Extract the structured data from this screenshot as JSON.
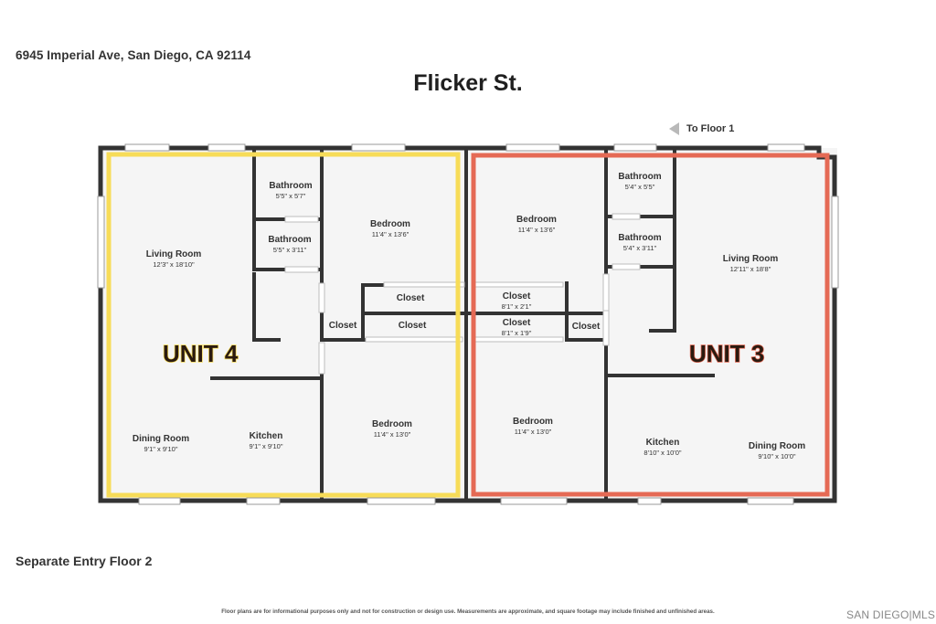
{
  "header": {
    "address": "6945 Imperial Ave, San Diego, CA 92114",
    "street": "Flicker St."
  },
  "nav": {
    "to_floor": "To Floor 1"
  },
  "footer": {
    "entry": "Separate Entry Floor 2",
    "disclaimer": "Floor plans are for informational purposes only and not for construction or design use. Measurements are approximate, and square footage may include finished and unfinished areas.",
    "mls": "SAN DIEGO|MLS"
  },
  "colors": {
    "unit4_outline": "#f7dc58",
    "unit3_outline": "#e56a55",
    "wall": "#333333",
    "floor": "#f5f5f5"
  },
  "units": {
    "unit4": "UNIT 4",
    "unit3": "UNIT 3"
  },
  "rooms": {
    "u4_living": {
      "name": "Living Room",
      "dims": "12'3\" x 18'10\""
    },
    "u4_bath1": {
      "name": "Bathroom",
      "dims": "5'5\" x 5'7\""
    },
    "u4_bath2": {
      "name": "Bathroom",
      "dims": "5'5\" x 3'11\""
    },
    "u4_bed1": {
      "name": "Bedroom",
      "dims": "11'4\" x 13'6\""
    },
    "u4_closet1": {
      "name": "Closet"
    },
    "u4_closet2": {
      "name": "Closet"
    },
    "u4_closet3": {
      "name": "Closet"
    },
    "u4_dining": {
      "name": "Dining Room",
      "dims": "9'1\" x 9'10\""
    },
    "u4_kitchen": {
      "name": "Kitchen",
      "dims": "9'1\" x 9'10\""
    },
    "u4_bed2": {
      "name": "Bedroom",
      "dims": "11'4\" x 13'0\""
    },
    "u3_bed1": {
      "name": "Bedroom",
      "dims": "11'4\" x 13'6\""
    },
    "u3_bath1": {
      "name": "Bathroom",
      "dims": "5'4\" x 5'5\""
    },
    "u3_bath2": {
      "name": "Bathroom",
      "dims": "5'4\" x 3'11\""
    },
    "u3_living": {
      "name": "Living Room",
      "dims": "12'11\" x 18'8\""
    },
    "u3_closet1": {
      "name": "Closet",
      "dims": "8'1\" x 2'1\""
    },
    "u3_closet2": {
      "name": "Closet",
      "dims": "8'1\" x 1'9\""
    },
    "u3_closet3": {
      "name": "Closet"
    },
    "u3_bed2": {
      "name": "Bedroom",
      "dims": "11'4\" x 13'0\""
    },
    "u3_kitchen": {
      "name": "Kitchen",
      "dims": "8'10\" x 10'0\""
    },
    "u3_dining": {
      "name": "Dining Room",
      "dims": "9'10\" x 10'0\""
    }
  }
}
